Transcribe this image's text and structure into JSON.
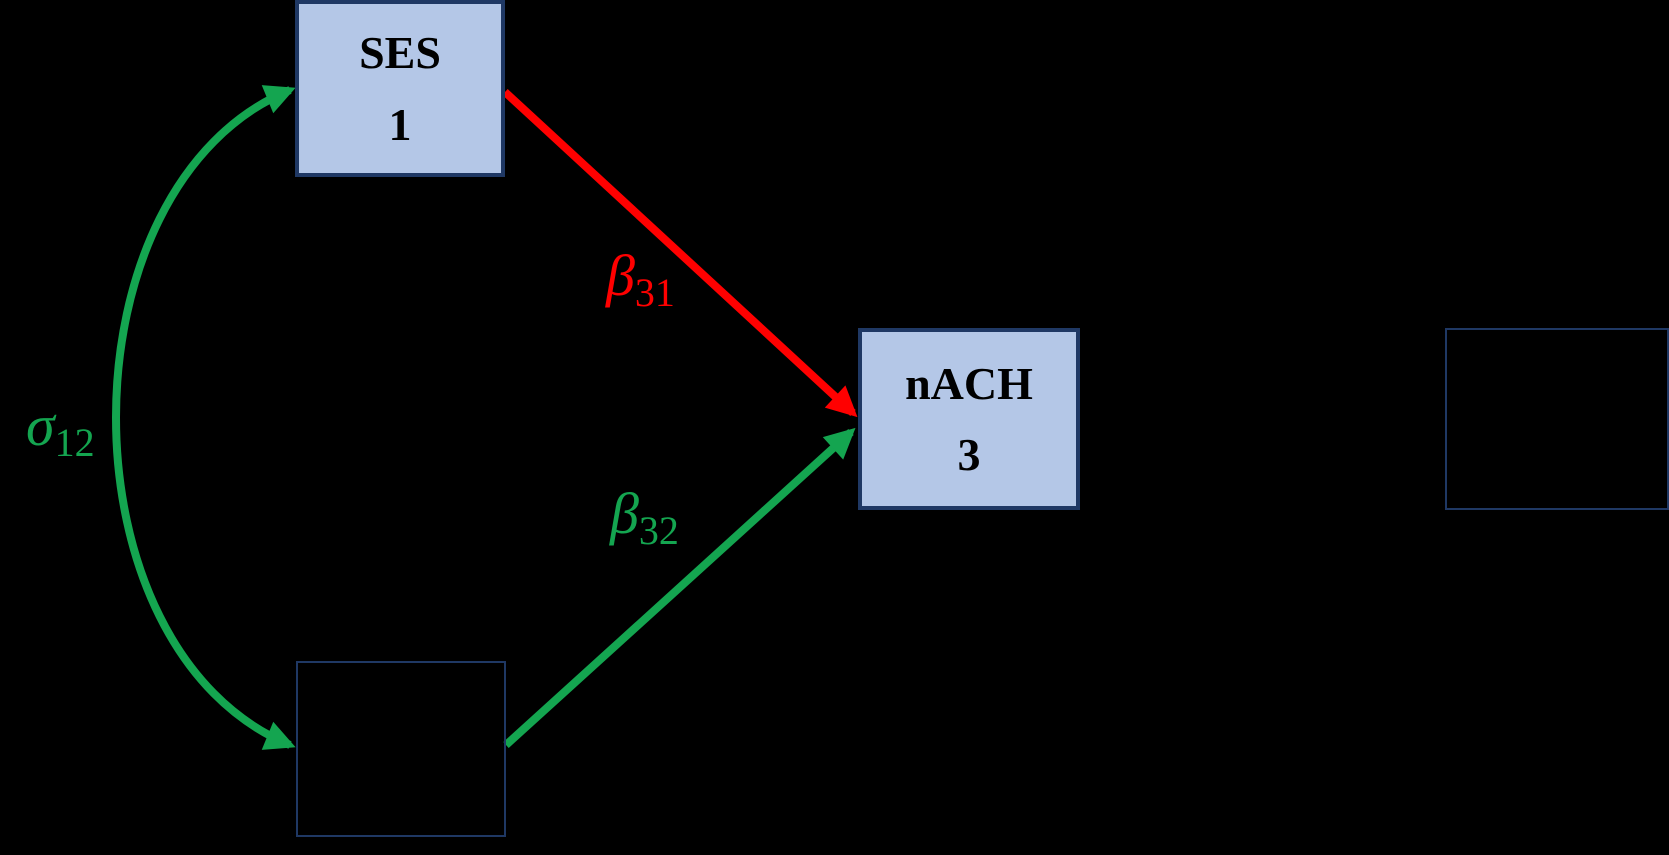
{
  "colors": {
    "background": "#000000",
    "box_fill": "#b4c7e7",
    "box_border": "#1f3864",
    "red": "#ff0000",
    "green": "#14a550",
    "node_text": "#000000"
  },
  "nodes": {
    "ses": {
      "name": "SES",
      "number": "1"
    },
    "nach": {
      "name": "nACH",
      "number": "3"
    }
  },
  "edges": {
    "covariance": {
      "label_base": "σ",
      "label_sub": "12"
    },
    "beta31": {
      "label_base": "β",
      "label_sub": "31"
    },
    "beta32": {
      "label_base": "β",
      "label_sub": "32"
    }
  }
}
